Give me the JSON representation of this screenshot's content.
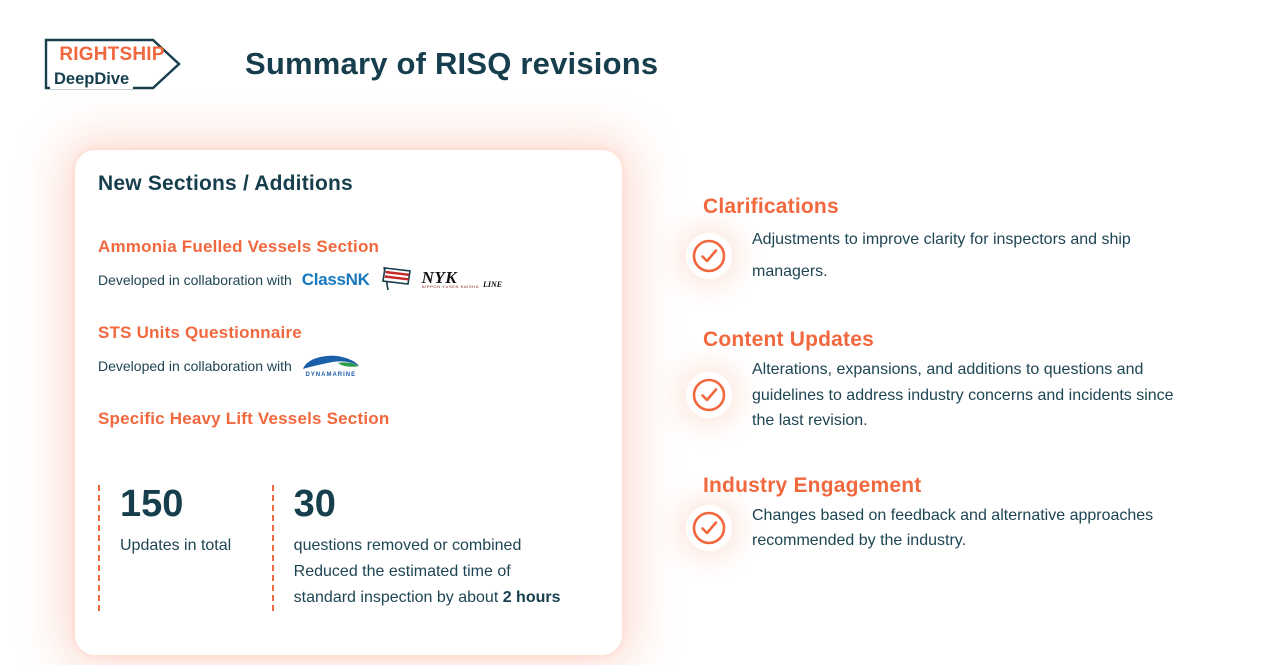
{
  "logo": {
    "brand": "RIGHTSHIP",
    "product": "DeepDive"
  },
  "header": {
    "title": "Summary of RISQ revisions"
  },
  "card": {
    "title": "New Sections / Additions",
    "section1_title": "Ammonia Fuelled Vessels Section",
    "collab_prefix1": "Developed in collaboration with",
    "partner_classnk": "ClassNK",
    "partner_nyk": "NYK",
    "partner_nyk_line": "LINE",
    "partner_nyk_sub": "NIPPON YUSEN KAISHA",
    "section2_title": "STS Units Questionnaire",
    "collab_prefix2": "Developed in collaboration with",
    "partner_dynamarine": "DYNAMARINE",
    "section3_title": "Specific Heavy Lift Vessels Section",
    "stats": [
      {
        "value": "150",
        "label": "Updates in total"
      },
      {
        "value": "30",
        "line1": "questions removed or combined",
        "line2": "Reduced the estimated time of",
        "line3_prefix": "standard inspection by about ",
        "line3_bold": "2 hours"
      }
    ]
  },
  "right_items": [
    {
      "heading": "Clarifications",
      "body": "Adjustments to improve clarity for inspectors and ship managers."
    },
    {
      "heading": "Content Updates",
      "body": "Alterations, expansions, and additions to questions and guidelines to address industry concerns and incidents since the last revision."
    },
    {
      "heading": "Industry Engagement",
      "body": "Changes based on feedback and alternative approaches recommended by the industry."
    }
  ],
  "colors": {
    "navy": "#163E4D",
    "orange": "#F2683E",
    "classnk_blue": "#1878BE",
    "dynamarine_blue": "#1B5FA8",
    "dynamarine_green": "#2F9E49",
    "nyk_red": "#C62828",
    "glow": "rgba(246,125,85,0.26)"
  }
}
